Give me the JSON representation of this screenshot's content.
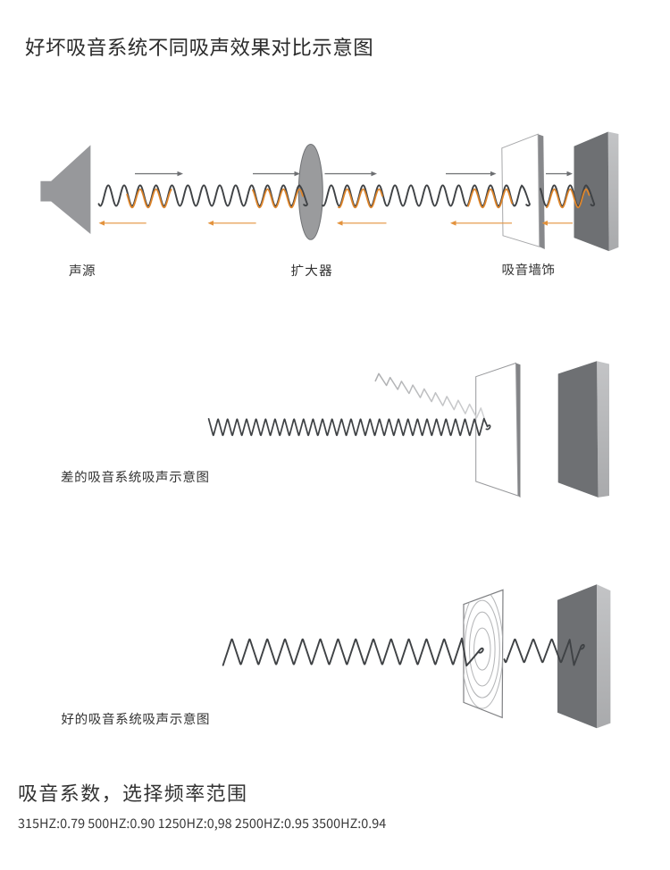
{
  "page": {
    "title": "好坏吸音系统不同吸声效果对比示意图"
  },
  "comparison": {
    "source_label": "声源",
    "amplifier_label": "扩大器",
    "wall_label": "吸音墙饰"
  },
  "bad_system": {
    "caption": "差的吸音系统吸声示意图"
  },
  "good_system": {
    "caption": "好的吸音系统吸声示意图"
  },
  "footer": {
    "heading": "吸音系数，选择频率范围",
    "frequency_values": "315HZ:0.79 500HZ:0.90 1250HZ:0,98 2500HZ:0.95 3500HZ:0.94"
  },
  "colors": {
    "wave_dark": "#3f4245",
    "wave_orange": "#df862c",
    "arrow_gray": "#6d6f72",
    "arrow_orange": "#e3923c",
    "shape_gray": "#97989b",
    "block_front": "#6e7073",
    "text_dark": "#2b2b2b",
    "text_label": "#333333"
  }
}
